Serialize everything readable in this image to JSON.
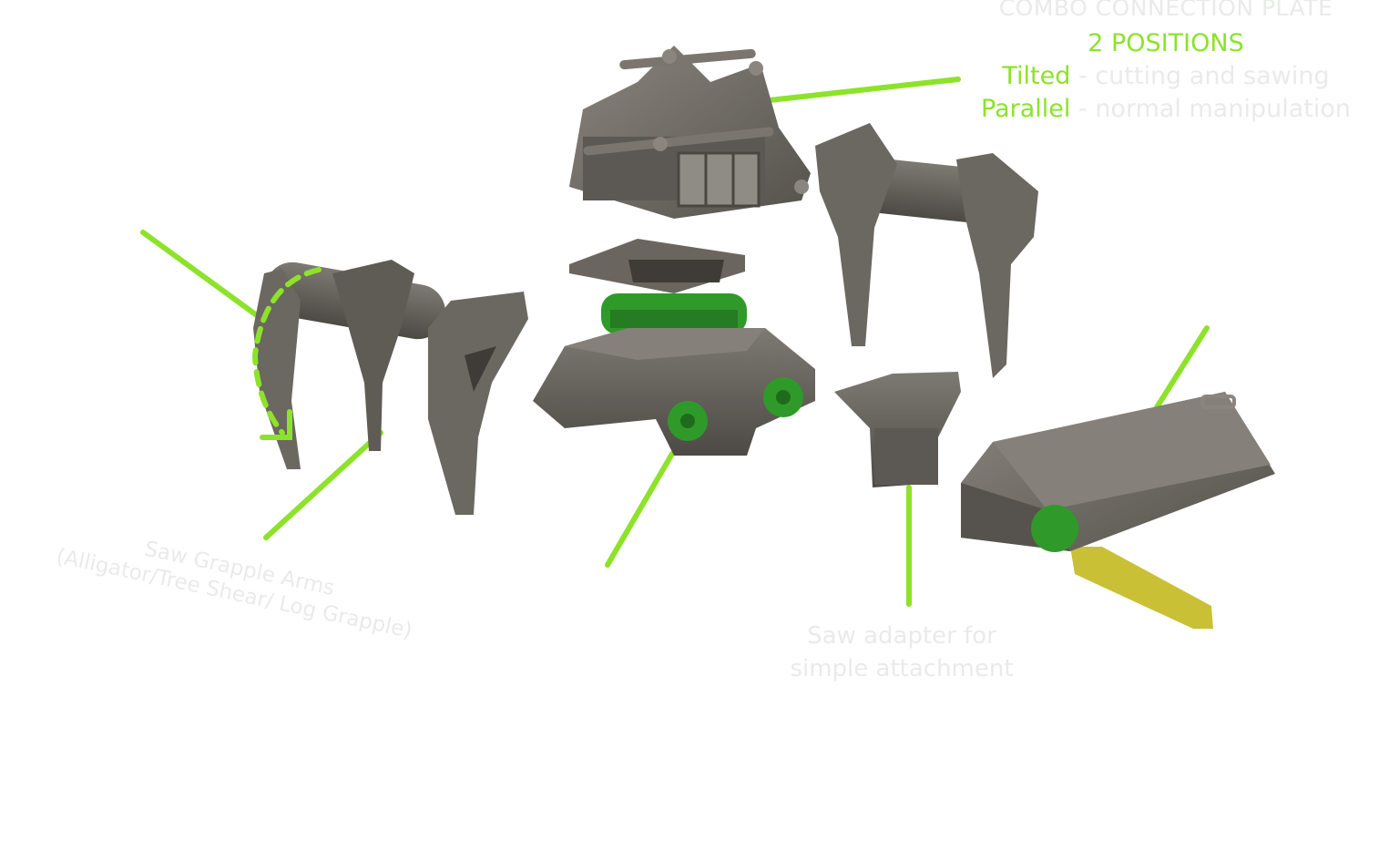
{
  "colors": {
    "accent": "#8de22a",
    "metal": "#6b6761",
    "metal_dark": "#4a4641",
    "hub_green": "#2f9a2a",
    "label_faint": "#e9ebe9",
    "bar_yellow": "#c9c036"
  },
  "labels": {
    "connection_plate": {
      "title": "COMBO CONNECTION PLATE",
      "positions": "2 POSITIONS",
      "tilted_key": "Tilted",
      "tilted_desc": " - cutting and sawing",
      "parallel_key": "Parallel",
      "parallel_desc": " - normal manipulation"
    },
    "grapple_arms": {
      "line1": "Saw Grapple Arms",
      "line2": "(Alligator/Tree Shear/ Log Grapple)"
    },
    "saw_adapter": {
      "line1": "Saw adapter for",
      "line2": "simple attachment"
    }
  },
  "icons": [
    "rotation-arrow-icon",
    "leaf-logo-icon"
  ]
}
